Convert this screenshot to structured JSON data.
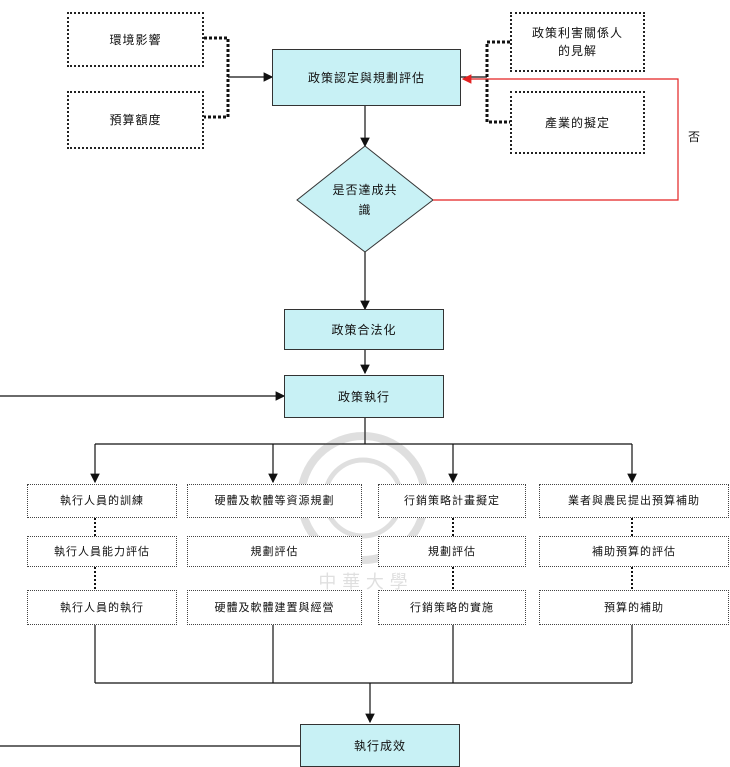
{
  "top_left": {
    "env": "環境影響",
    "budget": "預算額度"
  },
  "top_right": {
    "stakeholders": "政策利害關係人的見解",
    "industry": "產業的擬定"
  },
  "main": {
    "policy_eval": "政策認定與規劃評估",
    "consensus": "是否達成共識",
    "legalize": "政策合法化",
    "execute": "政策執行",
    "result": "執行成效"
  },
  "feedback_label": "否",
  "columns": [
    {
      "items": [
        "執行人員的訓練",
        "執行人員能力評估",
        "執行人員的執行"
      ]
    },
    {
      "items": [
        "硬體及軟體等資源規劃",
        "規劃評估",
        "硬體及軟體建置與經營"
      ]
    },
    {
      "items": [
        "行銷策略計畫擬定",
        "規劃評估",
        "行銷策略的實施"
      ]
    },
    {
      "items": [
        "業者與農民提出預算補助",
        "補助預算的評估",
        "預算的補助"
      ]
    }
  ],
  "watermark": {
    "text": "中 華 大 學"
  }
}
